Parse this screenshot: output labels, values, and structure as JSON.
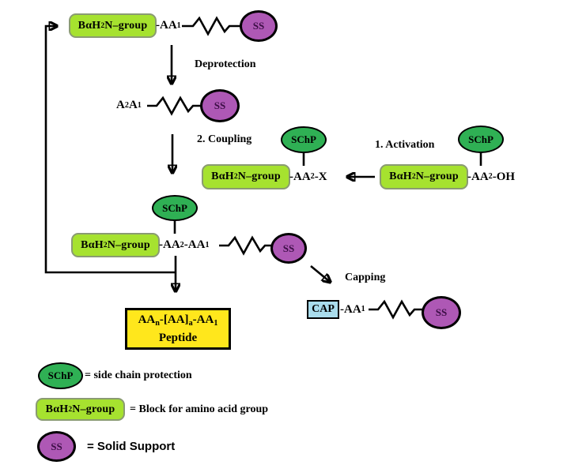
{
  "colors": {
    "schp_green": "#2fb054",
    "block_green": "#a6e22f",
    "block_border": "#8a9b72",
    "ss_purple": "#ae58b5",
    "ss_text": "#3c0e46",
    "cap_blue": "#a9dcec",
    "peptide_yellow": "#ffe71c",
    "line": "#000000"
  },
  "shared": {
    "block_label": [
      {
        "text": "BαH"
      },
      {
        "sub": "2"
      },
      {
        "text": "N–group"
      }
    ],
    "schp_label": "SChP",
    "ss_label": "SS"
  },
  "steps": {
    "deprotection": "Deprotection",
    "coupling": "2. Coupling",
    "activation": "1. Activation",
    "capping": "Capping"
  },
  "molecules": {
    "start_chain": [
      {
        "text": "-AA"
      },
      {
        "sub": "1"
      }
    ],
    "deprotected_chain": [
      {
        "text": "A"
      },
      {
        "sub": "2"
      },
      {
        "text": "A"
      },
      {
        "sub": "1"
      }
    ],
    "activated_chain": [
      {
        "text": "-AA"
      },
      {
        "sub": "2"
      },
      {
        "text": "-X"
      }
    ],
    "preactivation_chain": [
      {
        "text": "-AA"
      },
      {
        "sub": "2"
      },
      {
        "text": "-OH"
      }
    ],
    "coupled_chain": [
      {
        "text": "-AA"
      },
      {
        "sub": "2"
      },
      {
        "text": "-AA"
      },
      {
        "sub": "1"
      }
    ],
    "capped_chain": [
      {
        "text": "-AA"
      },
      {
        "sub": "1"
      }
    ],
    "cap_label": "CAP"
  },
  "peptide": {
    "formula": [
      {
        "text": "AA"
      },
      {
        "sub": "n"
      },
      {
        "text": "-[AA]"
      },
      {
        "sub": "a"
      },
      {
        "text": "-AA"
      },
      {
        "sub": "1"
      }
    ],
    "label": "Peptide"
  },
  "legend": {
    "schp_meaning": "= side chain protection",
    "block_meaning": "= Block for amino acid group",
    "ss_meaning": "= Solid Support"
  }
}
